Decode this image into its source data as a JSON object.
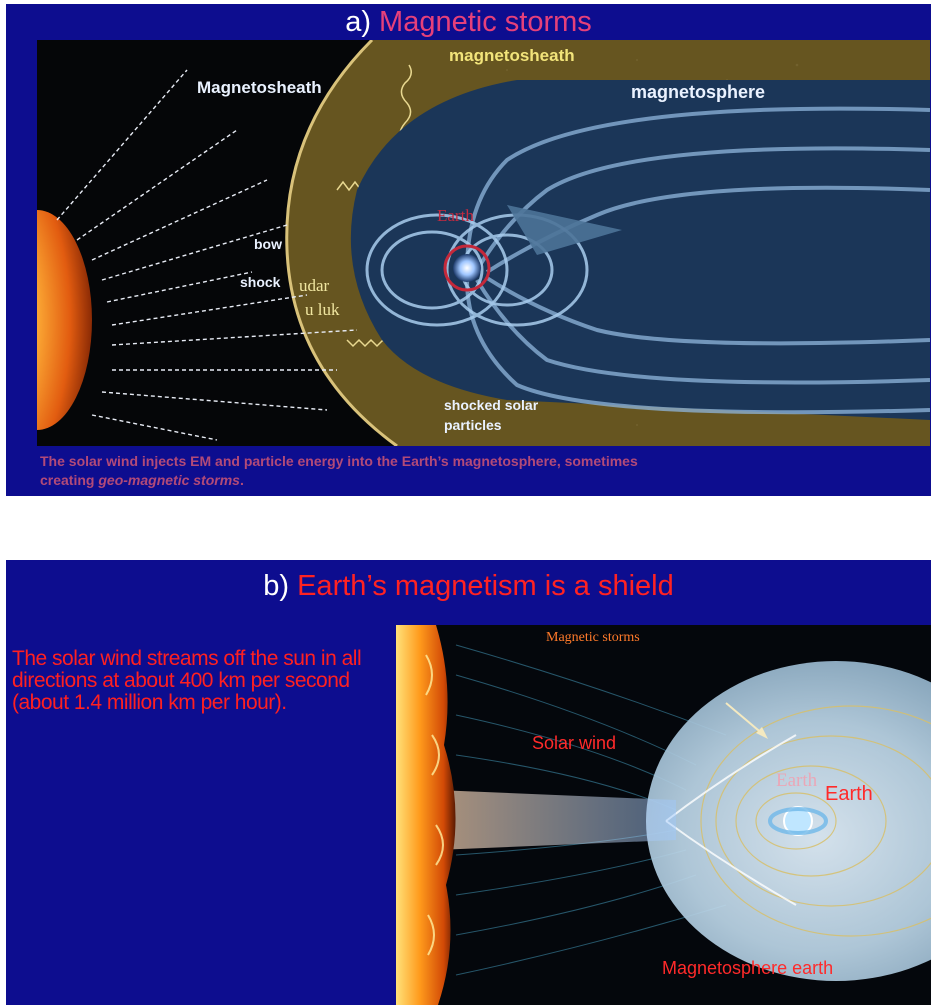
{
  "slide_a": {
    "title_prefix": "a) ",
    "title_highlight": "Magnetic storms",
    "labels": {
      "magnetosheath_left": "Magnetosheath",
      "magnetosheath_top": "magnetosheath",
      "magnetosphere": "magnetosphere",
      "earth": "Earth",
      "bow": "bow",
      "shock": "shock",
      "udar": "udar",
      "u_luk": "u luk",
      "shocked_solar": "shocked solar",
      "particles": "particles"
    },
    "caption_line1": "The solar wind injects EM and particle energy into the Earth’s magnetosphere, sometimes",
    "caption_line2_prefix": "creating ",
    "caption_line2_italic": "geo-magnetic storms",
    "caption_line2_suffix": "."
  },
  "slide_b": {
    "title_prefix": "b) ",
    "title_highlight": "Earth’s magnetism is a shield",
    "side_text": "The solar wind streams off the sun in all directions at about 400 km per second (about 1.4 million km per hour).",
    "labels": {
      "magnetic_storms": "Magnetic storms",
      "solar_wind": "Solar wind",
      "earth_faded": "Earth",
      "earth": "Earth",
      "magnetosphere_earth": "Magnetosphere  earth"
    }
  },
  "colors": {
    "slide_bg": "#0d0d8f",
    "title_highlight_a": "#e6407a",
    "title_highlight_b": "#ff2222",
    "caption": "#b24a78",
    "side_text": "#ff2020"
  }
}
